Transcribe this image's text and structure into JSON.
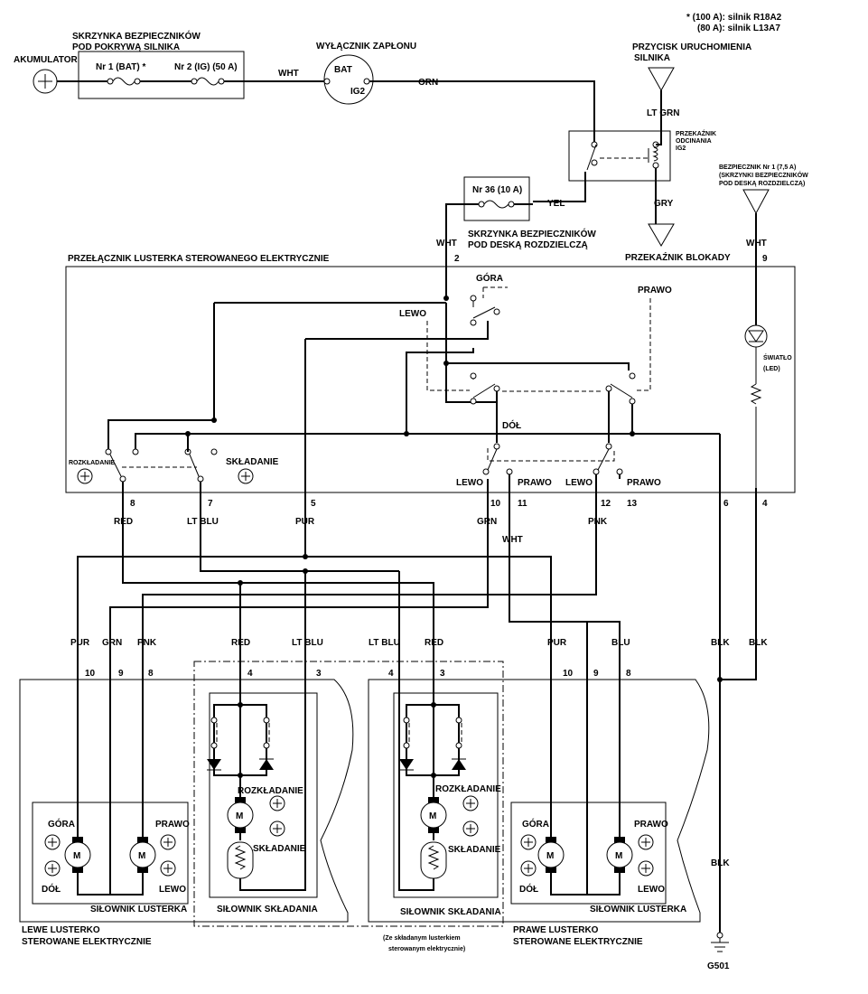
{
  "note": {
    "l1": "*   (100 A): silnik R18A2",
    "l2": "(80 A): silnik L13A7"
  },
  "battery": "AKUMULATOR",
  "fusebox_engine": {
    "l1": "SKRZYNKA BEZPIECZNIKÓW",
    "l2": "POD POKRYWĄ SILNIKA",
    "fuse1": "Nr 1 (BAT) *",
    "fuse2": "Nr 2 (IG) (50 A)"
  },
  "ignition": {
    "title": "WYŁĄCZNIK ZAPŁONU",
    "bat": "BAT",
    "ig2": "IG2"
  },
  "start_button": {
    "l1": "PRZYCISK URUCHOMIENIA",
    "l2": "SILNIKA"
  },
  "relay": {
    "l1": "PRZEKAŹNIK",
    "l2": "ODCINANIA",
    "l3": "IG2"
  },
  "lock_relay": "PRZEKAŹNIK BLOKADY",
  "fuse36": "Nr 36 (10 A)",
  "fusebox_dash": {
    "l1": "SKRZYNKA BEZPIECZNIKÓW",
    "l2": "POD DESKĄ ROZDZIELCZĄ"
  },
  "fuse1_dash": {
    "l1": "BEZPIECZNIK Nr 1 (7,5 A)",
    "l2": "(SKRZYNKI BEZPIECZNIKÓW",
    "l3": "POD DESKĄ ROZDZIELCZĄ)"
  },
  "switch_title": "PRZEŁĄCZNIK LUSTERKA STEROWANEGO ELEKTRYCZNIE",
  "sw": {
    "gora": "GÓRA",
    "lewo": "LEWO",
    "prawo": "PRAWO",
    "dol": "DÓŁ",
    "rozkladanie": "ROZKŁADANIE",
    "skladanie": "SKŁADANIE",
    "swiatlo": "ŚWIATŁO",
    "led": "(LED)"
  },
  "wires": {
    "wht": "WHT",
    "orn": "ORN",
    "yel": "YEL",
    "ltgrn": "LT GRN",
    "gry": "GRY",
    "red": "RED",
    "ltblu": "LT BLU",
    "pur": "PUR",
    "grn": "GRN",
    "pnk": "PNK",
    "blu": "BLU",
    "blk": "BLK"
  },
  "pins": {
    "p2": "2",
    "p9": "9",
    "p8": "8",
    "p7": "7",
    "p5": "5",
    "p10": "10",
    "p11": "11",
    "p12": "12",
    "p13": "13",
    "p6": "6",
    "p4": "4",
    "p3": "3"
  },
  "motor": "M",
  "actuators": {
    "mirror": "SIŁOWNIK LUSTERKA",
    "fold": "SIŁOWNIK SKŁADANIA"
  },
  "left_mirror": {
    "l1": "LEWE LUSTERKO",
    "l2": "STEROWANE ELEKTRYCZNIE"
  },
  "right_mirror": {
    "l1": "PRAWE LUSTERKO",
    "l2": "STEROWANE ELEKTRYCZNIE"
  },
  "folding_note": {
    "l1": "(Ze składanym lusterkiem",
    "l2": "sterowanym elektrycznie)"
  },
  "ground": "G501"
}
